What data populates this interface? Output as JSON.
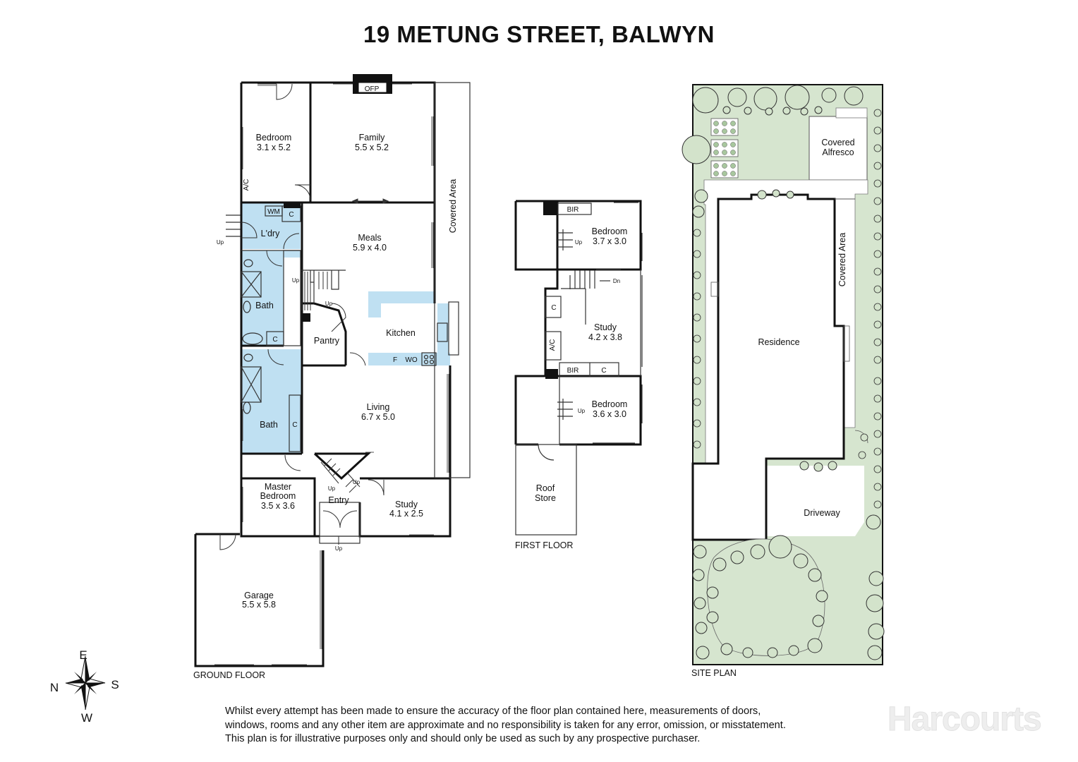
{
  "title": "19 METUNG STREET, BALWYN",
  "sections": {
    "ground": "GROUND FLOOR",
    "first": "FIRST FLOOR",
    "site": "SITE PLAN"
  },
  "rooms": {
    "bedroom1": {
      "name": "Bedroom",
      "dims": "3.1 x 5.2"
    },
    "family": {
      "name": "Family",
      "dims": "5.5 x 5.2"
    },
    "meals": {
      "name": "Meals",
      "dims": "5.9 x 4.0"
    },
    "laundry": {
      "name": "L'dry"
    },
    "bath1": {
      "name": "Bath"
    },
    "bath2": {
      "name": "Bath"
    },
    "pantry": {
      "name": "Pantry"
    },
    "kitchen": {
      "name": "Kitchen"
    },
    "living": {
      "name": "Living",
      "dims": "6.7 x 5.0"
    },
    "master": {
      "name1": "Master",
      "name2": "Bedroom",
      "dims": "3.5 x 3.6"
    },
    "entry": {
      "name": "Entry"
    },
    "study_g": {
      "name": "Study",
      "dims": "4.1 x 2.5"
    },
    "garage": {
      "name": "Garage",
      "dims": "5.5 x 5.8"
    },
    "covered_g": {
      "name": "Covered Area"
    },
    "bed_f1": {
      "name": "Bedroom",
      "dims": "3.7 x 3.0"
    },
    "study_f": {
      "name": "Study",
      "dims": "4.2 x 3.8"
    },
    "bed_f2": {
      "name": "Bedroom",
      "dims": "3.6 x 3.0"
    },
    "roofstore": {
      "name1": "Roof",
      "name2": "Store"
    },
    "residence": {
      "name": "Residence"
    },
    "alfresco": {
      "name1": "Covered",
      "name2": "Alfresco"
    },
    "driveway": {
      "name": "Driveway"
    },
    "covered_s": {
      "name": "Covered Area"
    }
  },
  "fixtures": {
    "ofp": "OFP",
    "ac": "A/C",
    "wm": "WM",
    "c": "C",
    "up": "Up",
    "dn": "Dn",
    "f": "F",
    "wo": "WO",
    "bir": "BIR"
  },
  "compass": {
    "n": "N",
    "e": "E",
    "s": "S",
    "w": "W"
  },
  "disclaimer": [
    "Whilst every attempt has been made to ensure the accuracy of the floor plan contained here, measurements of doors,",
    "windows, rooms and any other item are approximate and no responsibility is taken for any error, omission, or misstatement.",
    "This plan is for illustrative purposes only and should only be used as such by any prospective purchaser."
  ],
  "logo": "Harcourts",
  "colors": {
    "wet_area": "#bfe0f2",
    "lawn": "#d6e5cf",
    "tree_fill": "#d3e3cb",
    "wall": "#111111"
  }
}
